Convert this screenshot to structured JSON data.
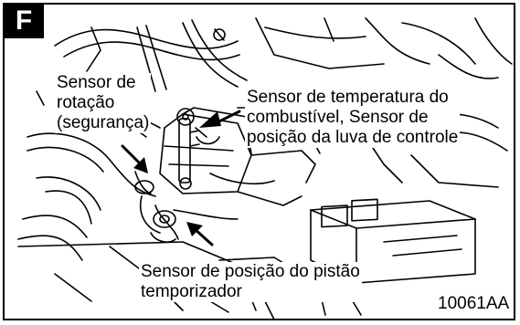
{
  "figure_letter": "F",
  "labels": {
    "rotation_sensor": [
      "Sensor de",
      "rotação",
      "(segurança)"
    ],
    "fuel_temp_sensor": [
      "Sensor de temperatura do",
      "combustível, Sensor de",
      "posição da luva de controle"
    ],
    "timer_piston_sensor": [
      "Sensor de posição do pistão",
      "temporizador"
    ]
  },
  "figure_code": "10061AA",
  "colors": {
    "ink": "#000000",
    "paper": "#ffffff"
  }
}
